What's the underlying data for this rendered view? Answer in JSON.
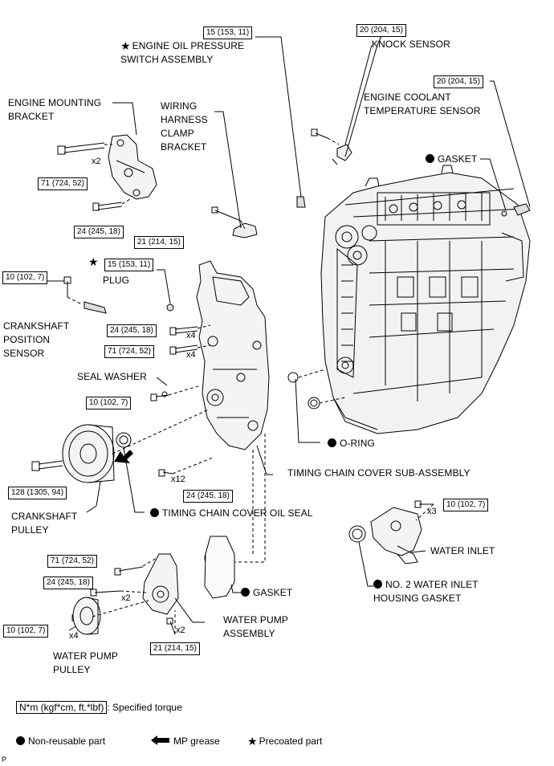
{
  "labels": {
    "engine_oil_pressure_switch": "ENGINE OIL PRESSURE\nSWITCH ASSEMBLY",
    "knock_sensor": "KNOCK SENSOR",
    "engine_coolant_temp_sensor": "ENGINE COOLANT\nTEMPERATURE SENSOR",
    "gasket_top": "GASKET",
    "engine_mounting_bracket": "ENGINE MOUNTING\nBRACKET",
    "wiring_harness_clamp_bracket": "WIRING\nHARNESS\nCLAMP\nBRACKET",
    "plug": "PLUG",
    "crankshaft_position_sensor": "CRANKSHAFT\nPOSITION\nSENSOR",
    "seal_washer": "SEAL WASHER",
    "o_ring": "O-RING",
    "timing_chain_cover": "TIMING CHAIN COVER SUB-ASSEMBLY",
    "timing_chain_cover_oil_seal": "TIMING CHAIN COVER OIL SEAL",
    "crankshaft_pulley": "CRANKSHAFT\nPULLEY",
    "water_inlet": "WATER INLET",
    "no2_water_inlet_housing_gasket": "NO. 2 WATER INLET\nHOUSING GASKET",
    "gasket_bottom": "GASKET",
    "water_pump_assembly": "WATER PUMP\nASSEMBLY",
    "water_pump_pulley": "WATER PUMP\nPULLEY"
  },
  "torques": {
    "oil_pressure_switch": "15 (153, 11)",
    "knock_sensor": "20 (204, 15)",
    "coolant_temp_sensor": "20 (204, 15)",
    "mounting_bracket_upper": "71 (724, 52)",
    "mounting_bracket_lower": "24 (245, 18)",
    "wiring_clamp": "21 (214, 15)",
    "plug": "15 (153, 11)",
    "crank_position_sensor": "10 (102, 7)",
    "cover_bolt_24": "24 (245, 18)",
    "cover_bolt_71": "71 (724, 52)",
    "seal_washer_bolt": "10 (102, 7)",
    "crank_pulley": "128 (1305, 94)",
    "cover_bolt_x12": "24 (245, 18)",
    "water_inlet": "10 (102, 7)",
    "water_pump_71": "71 (724, 52)",
    "water_pump_24": "24 (245, 18)",
    "water_pump_pulley": "10 (102, 7)",
    "water_pump_21": "21 (214, 15)"
  },
  "quantities": {
    "mounting_x2": "x2",
    "cover_x4_a": "x4",
    "cover_x4_b": "x4",
    "cover_x12": "x12",
    "water_inlet_x3": "x3",
    "water_pump_x2": "x2",
    "pulley_x4": "x4",
    "pump_bottom_x2": "x2"
  },
  "legend": {
    "spec_torque_box": "N*m (kgf*cm, ft.*lbf)",
    "spec_torque_text": ": Specified torque",
    "non_reusable": "Non-reusable part",
    "mp_grease": "MP grease",
    "precoated": "Precoated part",
    "corner_code": "P"
  },
  "symbols": {
    "star": "★",
    "dot_color": "#000000"
  }
}
